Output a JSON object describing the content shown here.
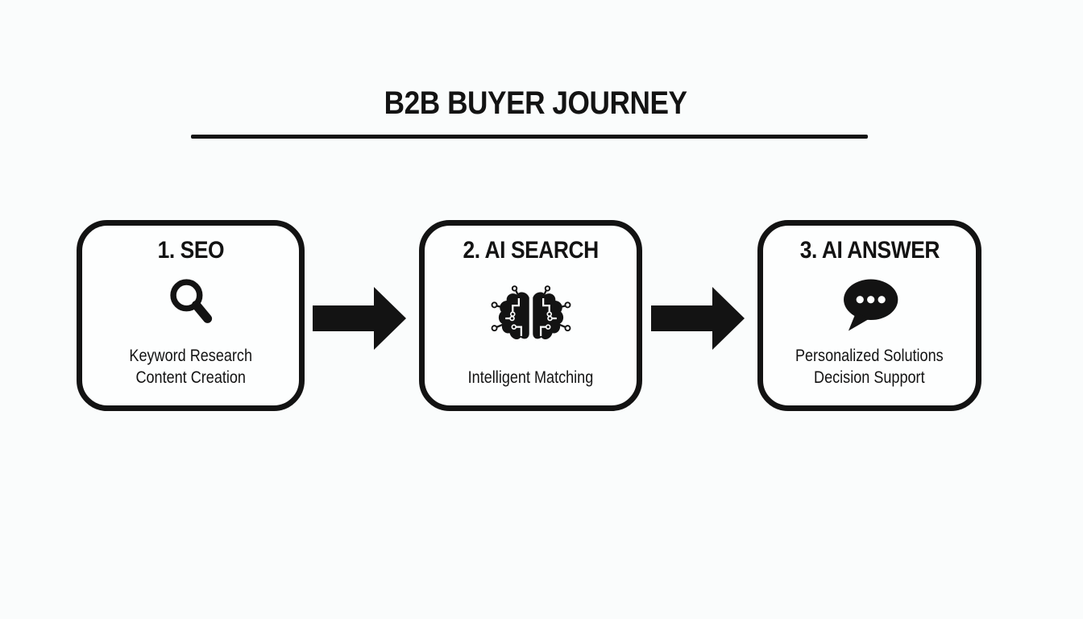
{
  "page": {
    "title": "B2B BUYER JOURNEY",
    "background_color": "#fafcfc",
    "ink_color": "#131313"
  },
  "steps": [
    {
      "heading": "1. SEO",
      "icon": "search-icon",
      "lines": [
        "Keyword Research",
        "Content Creation"
      ]
    },
    {
      "heading": "2. AI SEARCH",
      "icon": "ai-brain-icon",
      "lines": [
        "Intelligent Matching"
      ]
    },
    {
      "heading": "3. AI ANSWER",
      "icon": "speech-bubble-icon",
      "lines": [
        "Personalized Solutions",
        "Decision Support"
      ]
    }
  ],
  "connectors": [
    {
      "icon": "arrow-right-icon"
    },
    {
      "icon": "arrow-right-icon"
    }
  ]
}
